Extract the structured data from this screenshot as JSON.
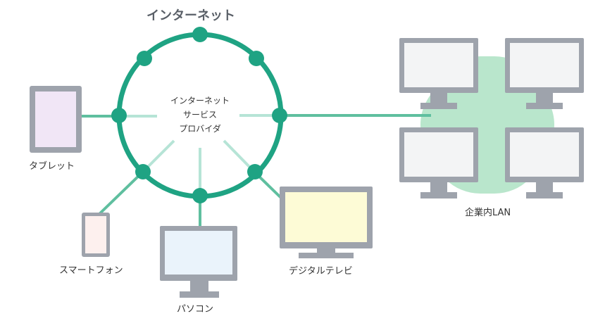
{
  "title": "インターネット",
  "isp": {
    "line1": "インターネット",
    "line2": "サービス",
    "line3": "プロバイダ"
  },
  "devices": {
    "tablet": "タブレット",
    "smartphone": "スマートフォン",
    "pc": "パソコン",
    "tv": "デジタルテレビ"
  },
  "lan": {
    "label": "企業内LAN"
  },
  "colors": {
    "ring": "#1fa383",
    "spoke": "#b6e4d6",
    "lan_blob": "#b9e6cc",
    "device_frame": "#9ea3ac",
    "tablet_screen": "#f1e6f6",
    "phone_screen": "#fdf0ee",
    "pc_screen": "#eaf3fb",
    "tv_screen": "#fdfbd6",
    "lan_screen": "#f3f4f5"
  }
}
